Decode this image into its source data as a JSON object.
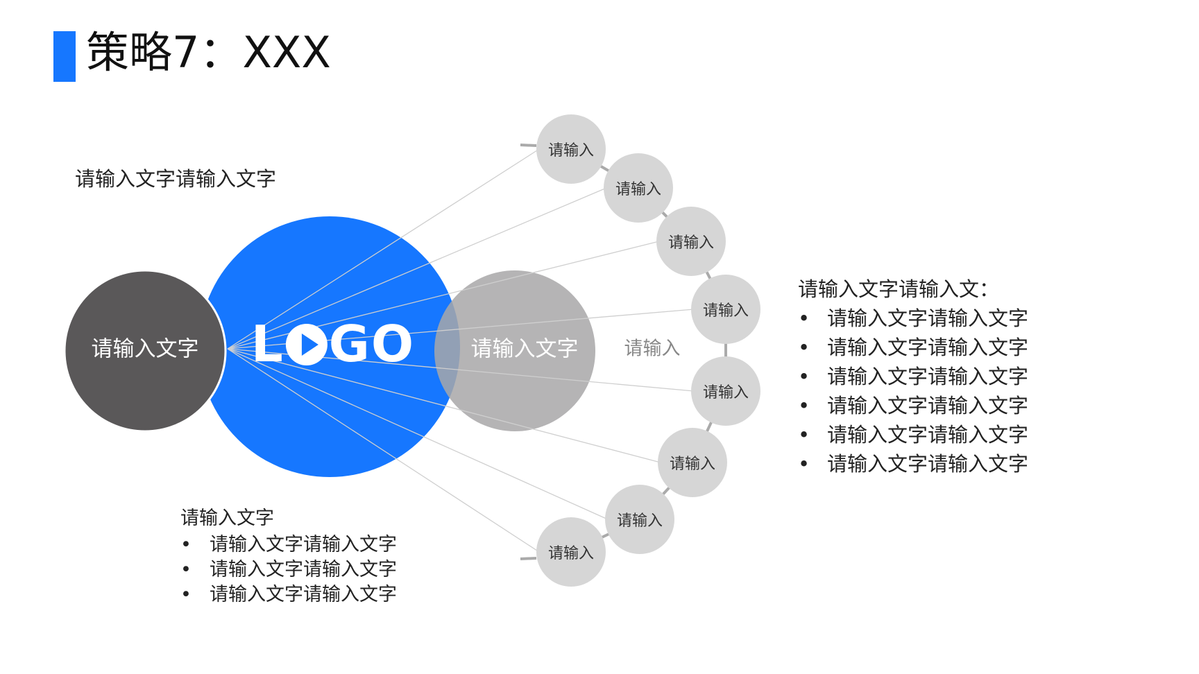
{
  "title": {
    "text": "策略7：XXX"
  },
  "colors": {
    "accent": "#1677FF",
    "dark_circle": "#5A5859",
    "gray_circle": "#A8A7A8",
    "small_circle": "#D6D6D6",
    "connector": "#AAAAAA"
  },
  "top_left_label": "请输入文字请输入文字",
  "bottom_left": {
    "heading": "请输入文字",
    "bullets": [
      "请输入文字请输入文字",
      "请输入文字请输入文字",
      "请输入文字请输入文字"
    ]
  },
  "right_block": {
    "heading": "请输入文字请输入文：",
    "bullets": [
      "请输入文字请输入文字",
      "请输入文字请输入文字",
      "请输入文字请输入文字",
      "请输入文字请输入文字",
      "请输入文字请输入文字",
      "请输入文字请输入文字"
    ]
  },
  "bullet_char": "•",
  "center": {
    "left_circle_label": "请输入文字",
    "logo_left": "L",
    "logo_right": "GO",
    "right_circle_label": "请输入文字",
    "middle_label": "请输入"
  },
  "satellites": [
    "请输入",
    "请输入",
    "请输入",
    "请输入",
    "请输入",
    "请输入",
    "请输入",
    "请输入"
  ]
}
